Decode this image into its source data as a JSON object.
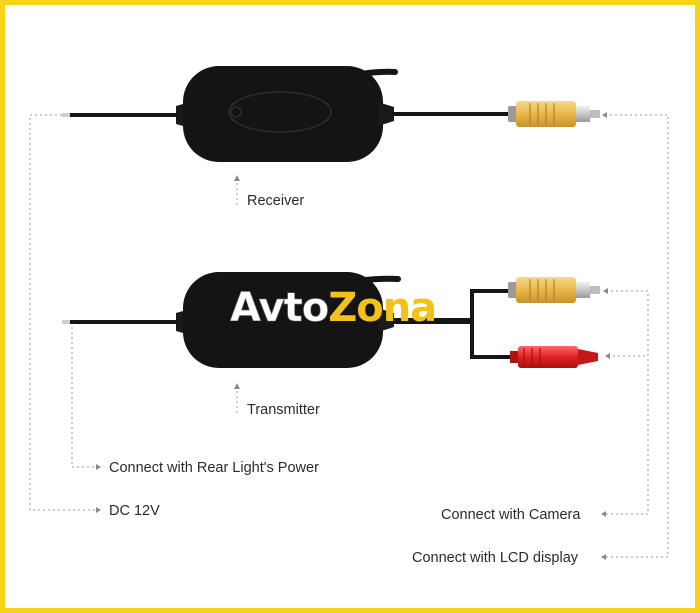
{
  "labels": {
    "receiver": "Receiver",
    "transmitter": "Transmitter",
    "rear_power": "Connect with Rear Light's Power",
    "dc": "DC 12V",
    "camera": "Connect with Camera",
    "lcd": "Connect with LCD display"
  },
  "watermark": {
    "part1": "Avto",
    "part2": "Zona"
  },
  "colors": {
    "border": "#f7d417",
    "device": "#141414",
    "rca_yellow": "#e8b84a",
    "rca_red": "#e02020",
    "line": "#9a9a9a",
    "watermark_white": "#ffffff",
    "watermark_yellow": "#f2c21a"
  }
}
